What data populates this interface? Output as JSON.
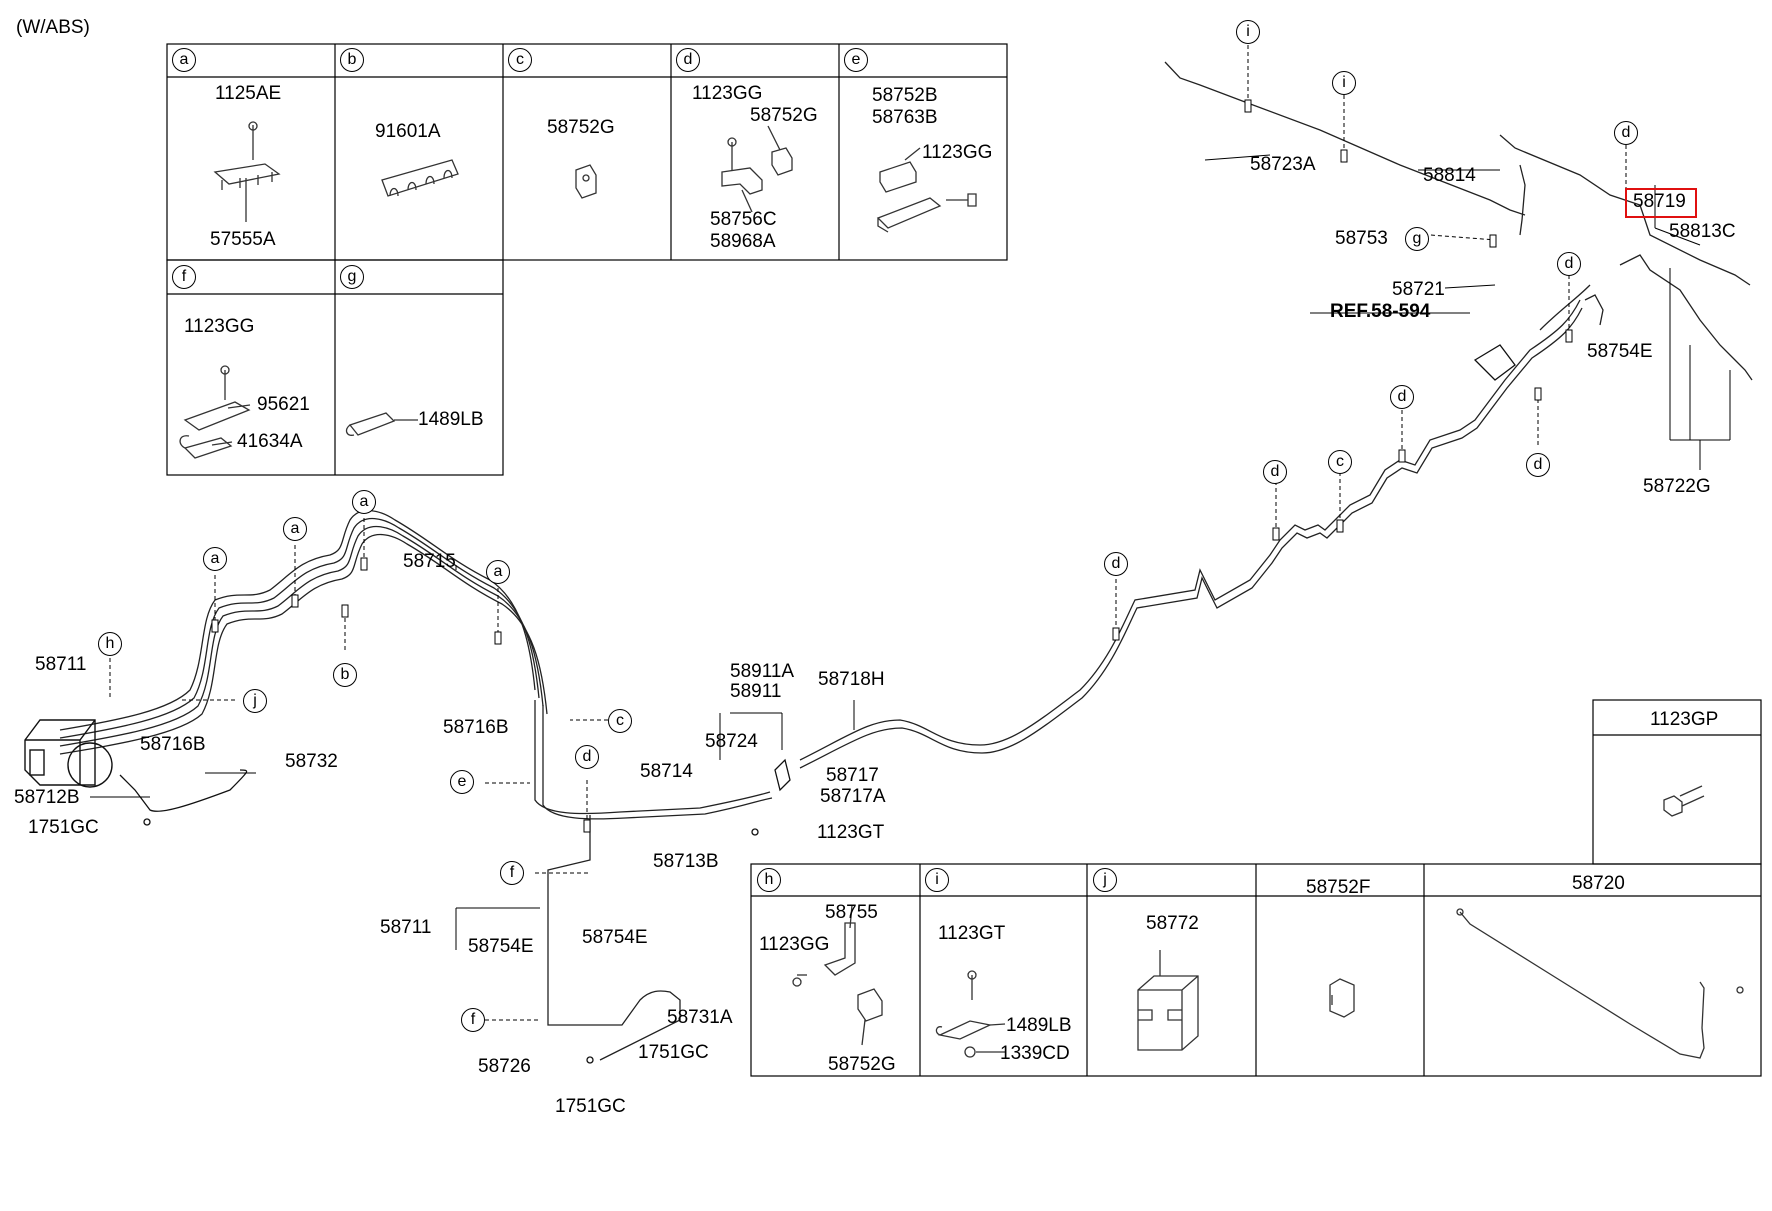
{
  "header": {
    "variant": "(W/ABS)",
    "highlight_color": "#e01010"
  },
  "callout_letters": [
    "a",
    "b",
    "c",
    "d",
    "e",
    "f",
    "g",
    "h",
    "i",
    "j"
  ],
  "detail_table_top": {
    "a": {
      "letter": "a",
      "parts": [
        "1125AE",
        "57555A"
      ]
    },
    "b": {
      "letter": "b",
      "parts": [
        "91601A"
      ]
    },
    "c": {
      "letter": "c",
      "parts": [
        "58752G"
      ]
    },
    "d": {
      "letter": "d",
      "parts": [
        "1123GG",
        "58752G",
        "58756C",
        "58968A"
      ]
    },
    "e": {
      "letter": "e",
      "parts": [
        "58752B",
        "58763B",
        "1123GG"
      ]
    },
    "f": {
      "letter": "f",
      "parts": [
        "1123GG",
        "95621",
        "41634A"
      ]
    },
    "g": {
      "letter": "g",
      "parts": [
        "1489LB"
      ]
    }
  },
  "detail_table_bottom": {
    "h": {
      "letter": "h",
      "parts": [
        "58755",
        "1123GG",
        "58752G"
      ]
    },
    "i": {
      "letter": "i",
      "parts": [
        "1123GT",
        "1489LB",
        "1339CD"
      ]
    },
    "j": {
      "letter": "j",
      "parts": [
        "58772"
      ]
    },
    "f2": {
      "header": "58752F"
    },
    "r": {
      "header": "58720"
    },
    "gp": {
      "header": "1123GP"
    }
  },
  "part_labels": {
    "p58723A": "58723A",
    "p58814": "58814",
    "p58753": "58753",
    "p58719": "58719",
    "p58813C": "58813C",
    "p58721": "58721",
    "ref": "REF.58-594",
    "p58754E_r": "58754E",
    "p58722G": "58722G",
    "p58715": "58715",
    "p58711": "58711",
    "p58716B_l": "58716B",
    "p58712B": "58712B",
    "p58732": "58732",
    "p1751GC_l": "1751GC",
    "p58716B_m": "58716B",
    "p58911A": "58911A",
    "p58911": "58911",
    "p58718H": "58718H",
    "p58724": "58724",
    "p58714": "58714",
    "p58717": "58717",
    "p58717A": "58717A",
    "p1123GT": "1123GT",
    "p58713B": "58713B",
    "p58711_b": "58711",
    "p58754E_b1": "58754E",
    "p58754E_b2": "58754E",
    "p58731A": "58731A",
    "p1751GC_b1": "1751GC",
    "p58726": "58726",
    "p1751GC_b2": "1751GC"
  }
}
